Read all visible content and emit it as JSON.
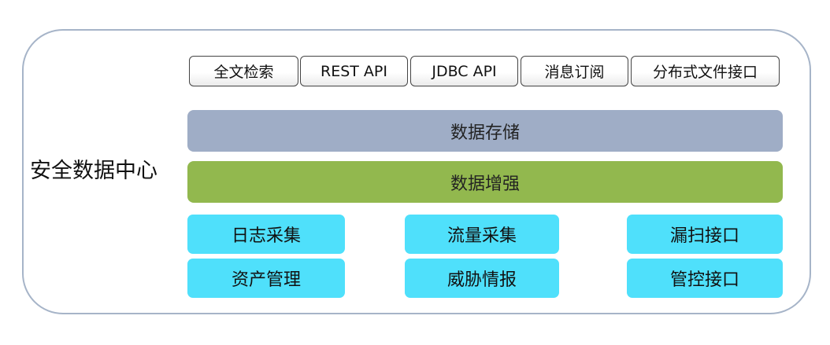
{
  "title": "安全数据中心",
  "apis": [
    "全文检索",
    "REST API",
    "JDBC API",
    "消息订阅",
    "分布式文件接口"
  ],
  "layers": {
    "storage": "数据存储",
    "enhance": "数据增强"
  },
  "sources": {
    "row1": [
      "日志采集",
      "流量采集",
      "漏扫接口"
    ],
    "row2": [
      "资产管理",
      "威胁情报",
      "管控接口"
    ]
  },
  "colors": {
    "storage": "#9fadc6",
    "enhance": "#92b84e",
    "source": "#4fe0fb",
    "frame_border": "#a6b4c8"
  }
}
